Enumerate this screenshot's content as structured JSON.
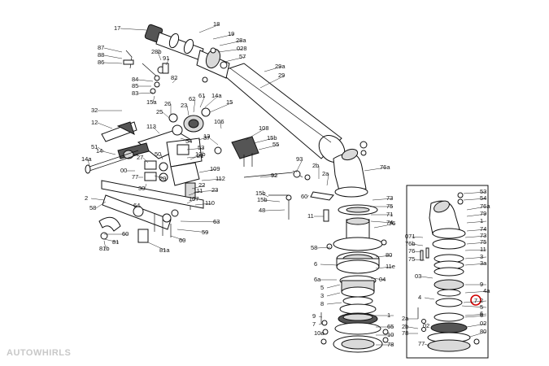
{
  "watermark": "AUTOWHIRLS",
  "highlighted_callout": "7",
  "callouts_main": [
    "17",
    "18",
    "19",
    "28a",
    "028",
    "57",
    "29a",
    "29",
    "87",
    "88",
    "86",
    "28b",
    "91",
    "84",
    "85",
    "82",
    "83",
    "15a",
    "32",
    "26",
    "25",
    "23",
    "62",
    "61",
    "14a",
    "15",
    "12",
    "113",
    "106",
    "108",
    "37",
    "15b",
    "55",
    "54",
    "53",
    "21",
    "51",
    "13",
    "14",
    "14a",
    "50",
    "12b",
    "109",
    "112",
    "92",
    "93",
    "2b",
    "2a",
    "76a",
    "73",
    "75",
    "111",
    "107",
    "110",
    "15b",
    "15b",
    "48",
    "60",
    "71",
    "74",
    "11",
    "76",
    "2",
    "64",
    "63",
    "59",
    "58",
    "60",
    "60",
    "81",
    "81b",
    "81a",
    "58",
    "80",
    "6",
    "11e",
    "6a",
    "5",
    "04",
    "3",
    "8",
    "1",
    "9",
    "7",
    "65",
    "10",
    "10a",
    "78",
    "00",
    "77",
    "27",
    "20",
    "30",
    "23",
    "22",
    "88",
    "62"
  ],
  "callouts_inset": [
    "53",
    "54",
    "76a",
    "79",
    "1",
    "74",
    "73",
    "75",
    "11",
    "071",
    "76b",
    "76",
    "75",
    "3",
    "3a",
    "03",
    "9",
    "4",
    "4a",
    "7",
    "5",
    "6",
    "2a",
    "2b",
    "78",
    "02",
    "80",
    "77",
    "2",
    "02",
    "6"
  ]
}
